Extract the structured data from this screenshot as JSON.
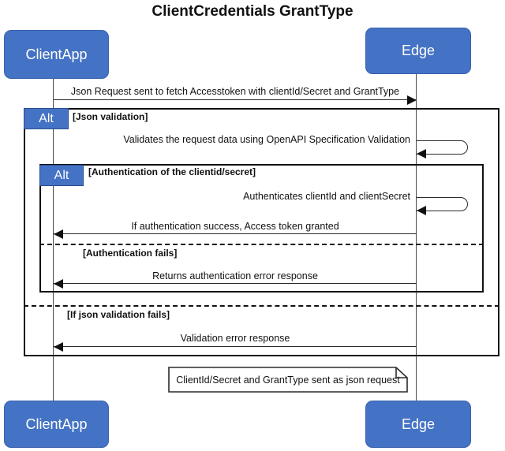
{
  "title": "ClientCredentials GrantType",
  "actors": {
    "client_top": {
      "label": "ClientApp"
    },
    "edge_top": {
      "label": "Edge"
    },
    "client_bottom": {
      "label": "ClientApp"
    },
    "edge_bottom": {
      "label": "Edge"
    }
  },
  "frames": {
    "outer": {
      "operator": "Alt",
      "guard_top": "[Json validation]",
      "guard_else": "[If json validation fails]"
    },
    "inner": {
      "operator": "Alt",
      "guard_top": "[Authentication of the clientid/secret]",
      "guard_else": "[Authentication fails]"
    }
  },
  "messages": {
    "request": "Json Request sent to fetch Accesstoken with clientId/Secret and GrantType",
    "validate_self": "Validates the request data using OpenAPI Specification Validation",
    "authenticate_self": "Authenticates clientId and clientSecret",
    "auth_success": "If authentication success, Access token granted",
    "auth_fail": "Returns authentication error response",
    "validation_fail": "Validation error response"
  },
  "note": {
    "text": "ClientId/Secret and GrantType sent as json request"
  },
  "colors": {
    "actor_fill": "#4472C4",
    "actor_text": "#FFFFFF",
    "frame_border": "#111111",
    "line": "#2B2B2B"
  }
}
